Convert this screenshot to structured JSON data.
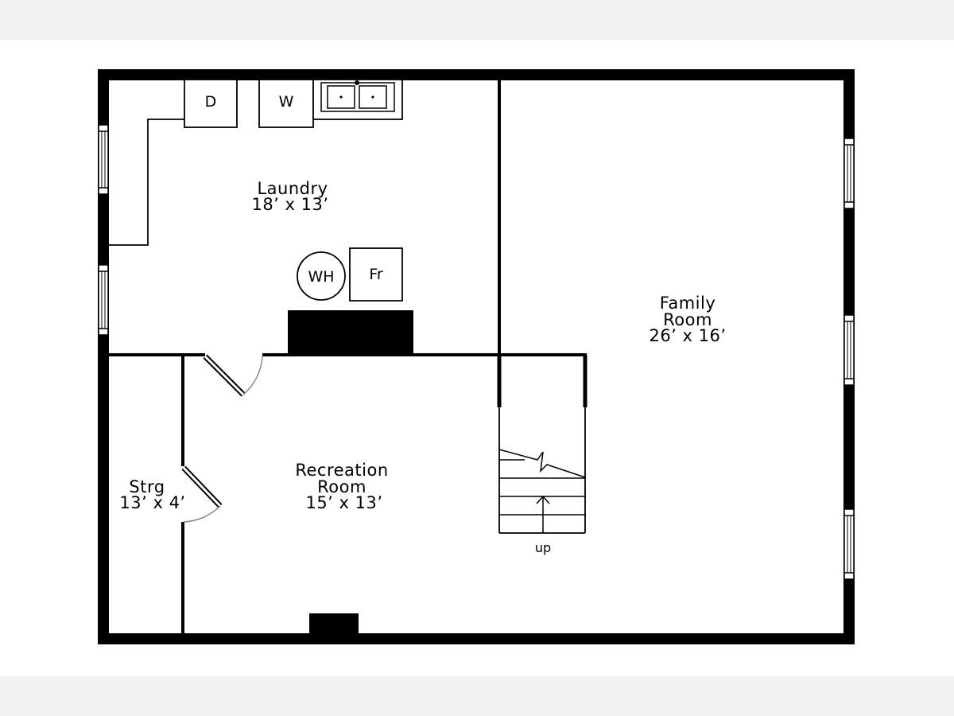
{
  "rooms": {
    "laundry": {
      "name": "Laundry",
      "size": "18’ x 13’"
    },
    "family": {
      "name_line1": "Family",
      "name_line2": "Room",
      "size": "26’ x 16’"
    },
    "recreation": {
      "name_line1": "Recreation",
      "name_line2": "Room",
      "size": "15’ x 13’"
    },
    "storage": {
      "name": "Strg",
      "size": "13’ x 4’"
    }
  },
  "fixtures": {
    "dryer": "D",
    "washer": "W",
    "water_heater": "WH",
    "furnace": "Fr"
  },
  "stairs": {
    "direction_label": "up"
  },
  "colors": {
    "wall": "#000000",
    "background": "#ffffff",
    "door_swing": "#888888"
  }
}
